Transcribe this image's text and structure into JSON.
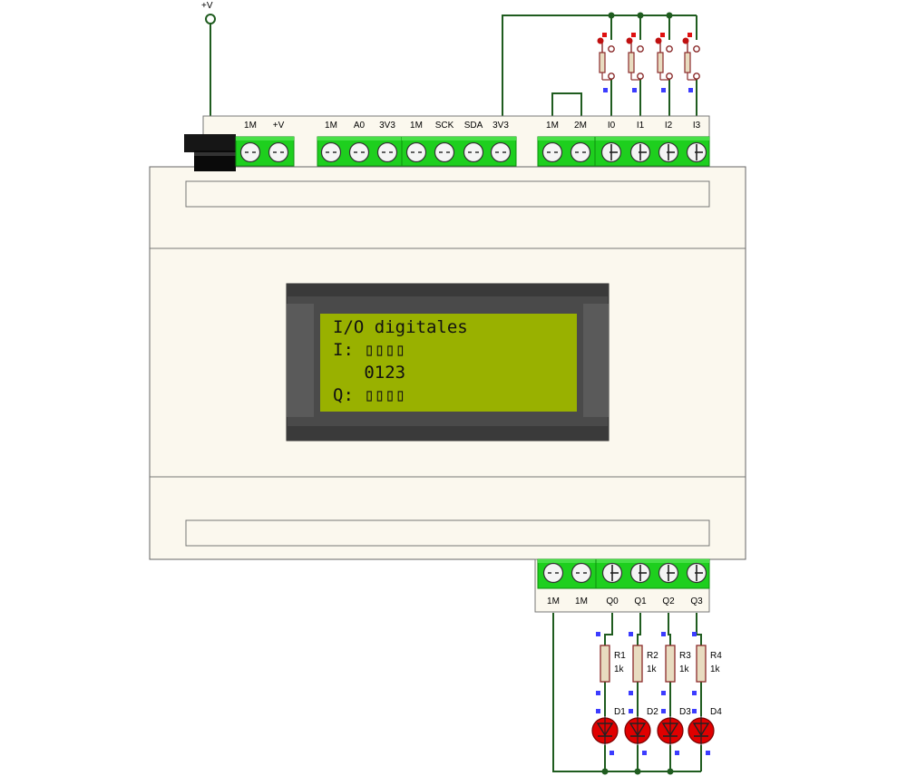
{
  "supply_label": "+V",
  "top_power_terminals": [
    "1M",
    "+V"
  ],
  "top_analog_terminals": [
    "1M",
    "A0",
    "3V3"
  ],
  "top_i2c_terminals": [
    "1M",
    "SCK",
    "SDA",
    "3V3"
  ],
  "top_input_terminals": [
    "1M",
    "2M",
    "I0",
    "I1",
    "I2",
    "I3"
  ],
  "bottom_output_terminals": [
    "1M",
    "1M",
    "Q0",
    "Q1",
    "Q2",
    "Q3"
  ],
  "lcd": {
    "line1": "I/O digitales",
    "line2": "I: ▯▯▯▯",
    "line3": "   0123",
    "line4": "Q: ▯▯▯▯",
    "background_color": "#99b100",
    "bezel_color": "#4a4a4a"
  },
  "resistors": [
    {
      "name": "R1",
      "value": "1k"
    },
    {
      "name": "R2",
      "value": "1k"
    },
    {
      "name": "R3",
      "value": "1k"
    },
    {
      "name": "R4",
      "value": "1k"
    }
  ],
  "leds": [
    "D1",
    "D2",
    "D3",
    "D4"
  ],
  "colors": {
    "wire": "#1f5c1f",
    "terminal_green": "#1ecf1e",
    "housing": "#fbf8ee",
    "led_red": "#e00000",
    "pin_marker": "#3c3cff"
  }
}
